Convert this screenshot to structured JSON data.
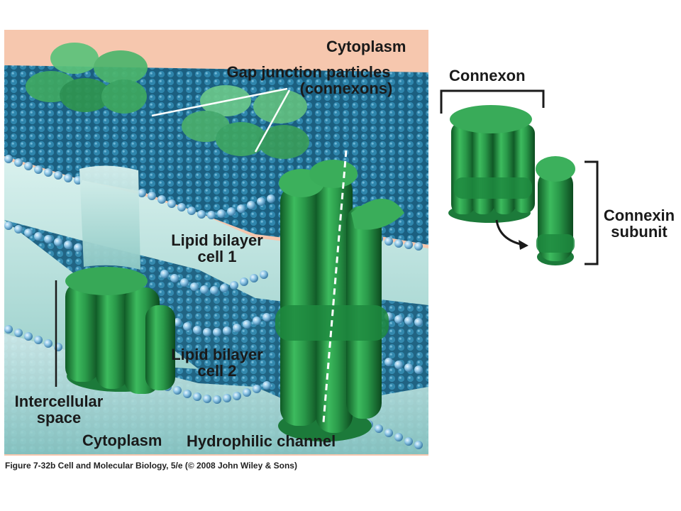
{
  "labels": {
    "cytoplasm_top": "Cytoplasm",
    "gap_junction_line1": "Gap junction particles",
    "gap_junction_line2": "(connexons)",
    "lipid_cell1_line1": "Lipid bilayer",
    "lipid_cell1_line2": "cell 1",
    "lipid_cell2_line1": "Lipid bilayer",
    "lipid_cell2_line2": "cell 2",
    "intercellular_line1": "Intercellular",
    "intercellular_line2": "space",
    "cytoplasm_bottom": "Cytoplasm",
    "hydrophilic_channel": "Hydrophilic channel",
    "connexon": "Connexon",
    "connexin_line1": "Connexin",
    "connexin_line2": "subunit"
  },
  "caption": "Figure 7-32b  Cell and Molecular Biology, 5/e (© 2008 John Wiley & Sons)",
  "colors": {
    "cytoplasm_bg": "#f6c7ae",
    "membrane_blue": "#1f6a8c",
    "bead_blue": "#8ec6e6",
    "intercellular": "#bfe3df",
    "protein_green": "#2f9e4f"
  }
}
